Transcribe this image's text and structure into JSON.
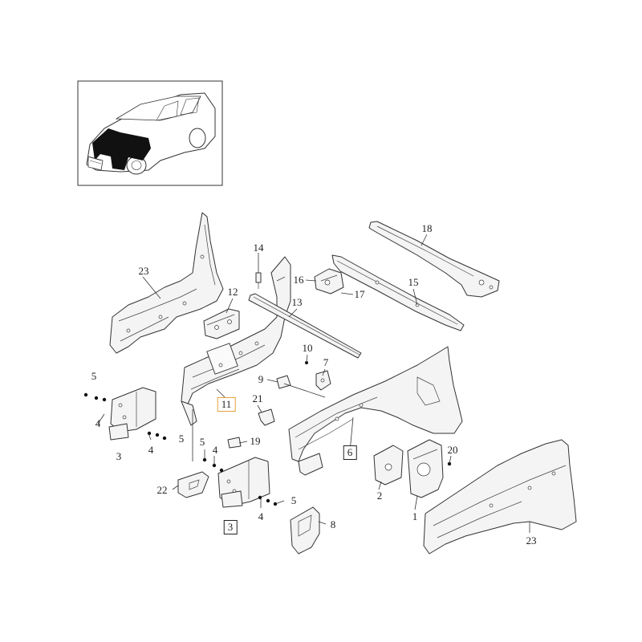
{
  "thumbnail": {
    "icon": "car-wagon-front-structure-highlight"
  },
  "callouts": [
    {
      "id": "c23a",
      "label": "23",
      "boxed": false
    },
    {
      "id": "c14",
      "label": "14",
      "boxed": false
    },
    {
      "id": "c12",
      "label": "12",
      "boxed": false
    },
    {
      "id": "c13",
      "label": "13",
      "boxed": false
    },
    {
      "id": "c16",
      "label": "16",
      "boxed": false
    },
    {
      "id": "c17",
      "label": "17",
      "boxed": false
    },
    {
      "id": "c18",
      "label": "18",
      "boxed": false
    },
    {
      "id": "c15",
      "label": "15",
      "boxed": false
    },
    {
      "id": "c10",
      "label": "10",
      "boxed": false
    },
    {
      "id": "c7",
      "label": "7",
      "boxed": false
    },
    {
      "id": "c9",
      "label": "9",
      "boxed": false
    },
    {
      "id": "c11",
      "label": "11",
      "boxed": true,
      "highlight": true
    },
    {
      "id": "c21",
      "label": "21",
      "boxed": false
    },
    {
      "id": "c5a",
      "label": "5",
      "boxed": false
    },
    {
      "id": "c4a",
      "label": "4",
      "boxed": false
    },
    {
      "id": "c3a",
      "label": "3",
      "boxed": false
    },
    {
      "id": "c4b",
      "label": "4",
      "boxed": false
    },
    {
      "id": "c5b",
      "label": "5",
      "boxed": false
    },
    {
      "id": "c5c",
      "label": "5",
      "boxed": false
    },
    {
      "id": "c4c",
      "label": "4",
      "boxed": false
    },
    {
      "id": "c19",
      "label": "19",
      "boxed": false
    },
    {
      "id": "c6",
      "label": "6",
      "boxed": true
    },
    {
      "id": "c22",
      "label": "22",
      "boxed": false
    },
    {
      "id": "c5d",
      "label": "5",
      "boxed": false
    },
    {
      "id": "c3b",
      "label": "3",
      "boxed": true
    },
    {
      "id": "c4d",
      "label": "4",
      "boxed": false
    },
    {
      "id": "c8",
      "label": "8",
      "boxed": false
    },
    {
      "id": "c2",
      "label": "2",
      "boxed": false
    },
    {
      "id": "c1",
      "label": "1",
      "boxed": false
    },
    {
      "id": "c20",
      "label": "20",
      "boxed": false
    },
    {
      "id": "c23b",
      "label": "23",
      "boxed": false
    }
  ]
}
